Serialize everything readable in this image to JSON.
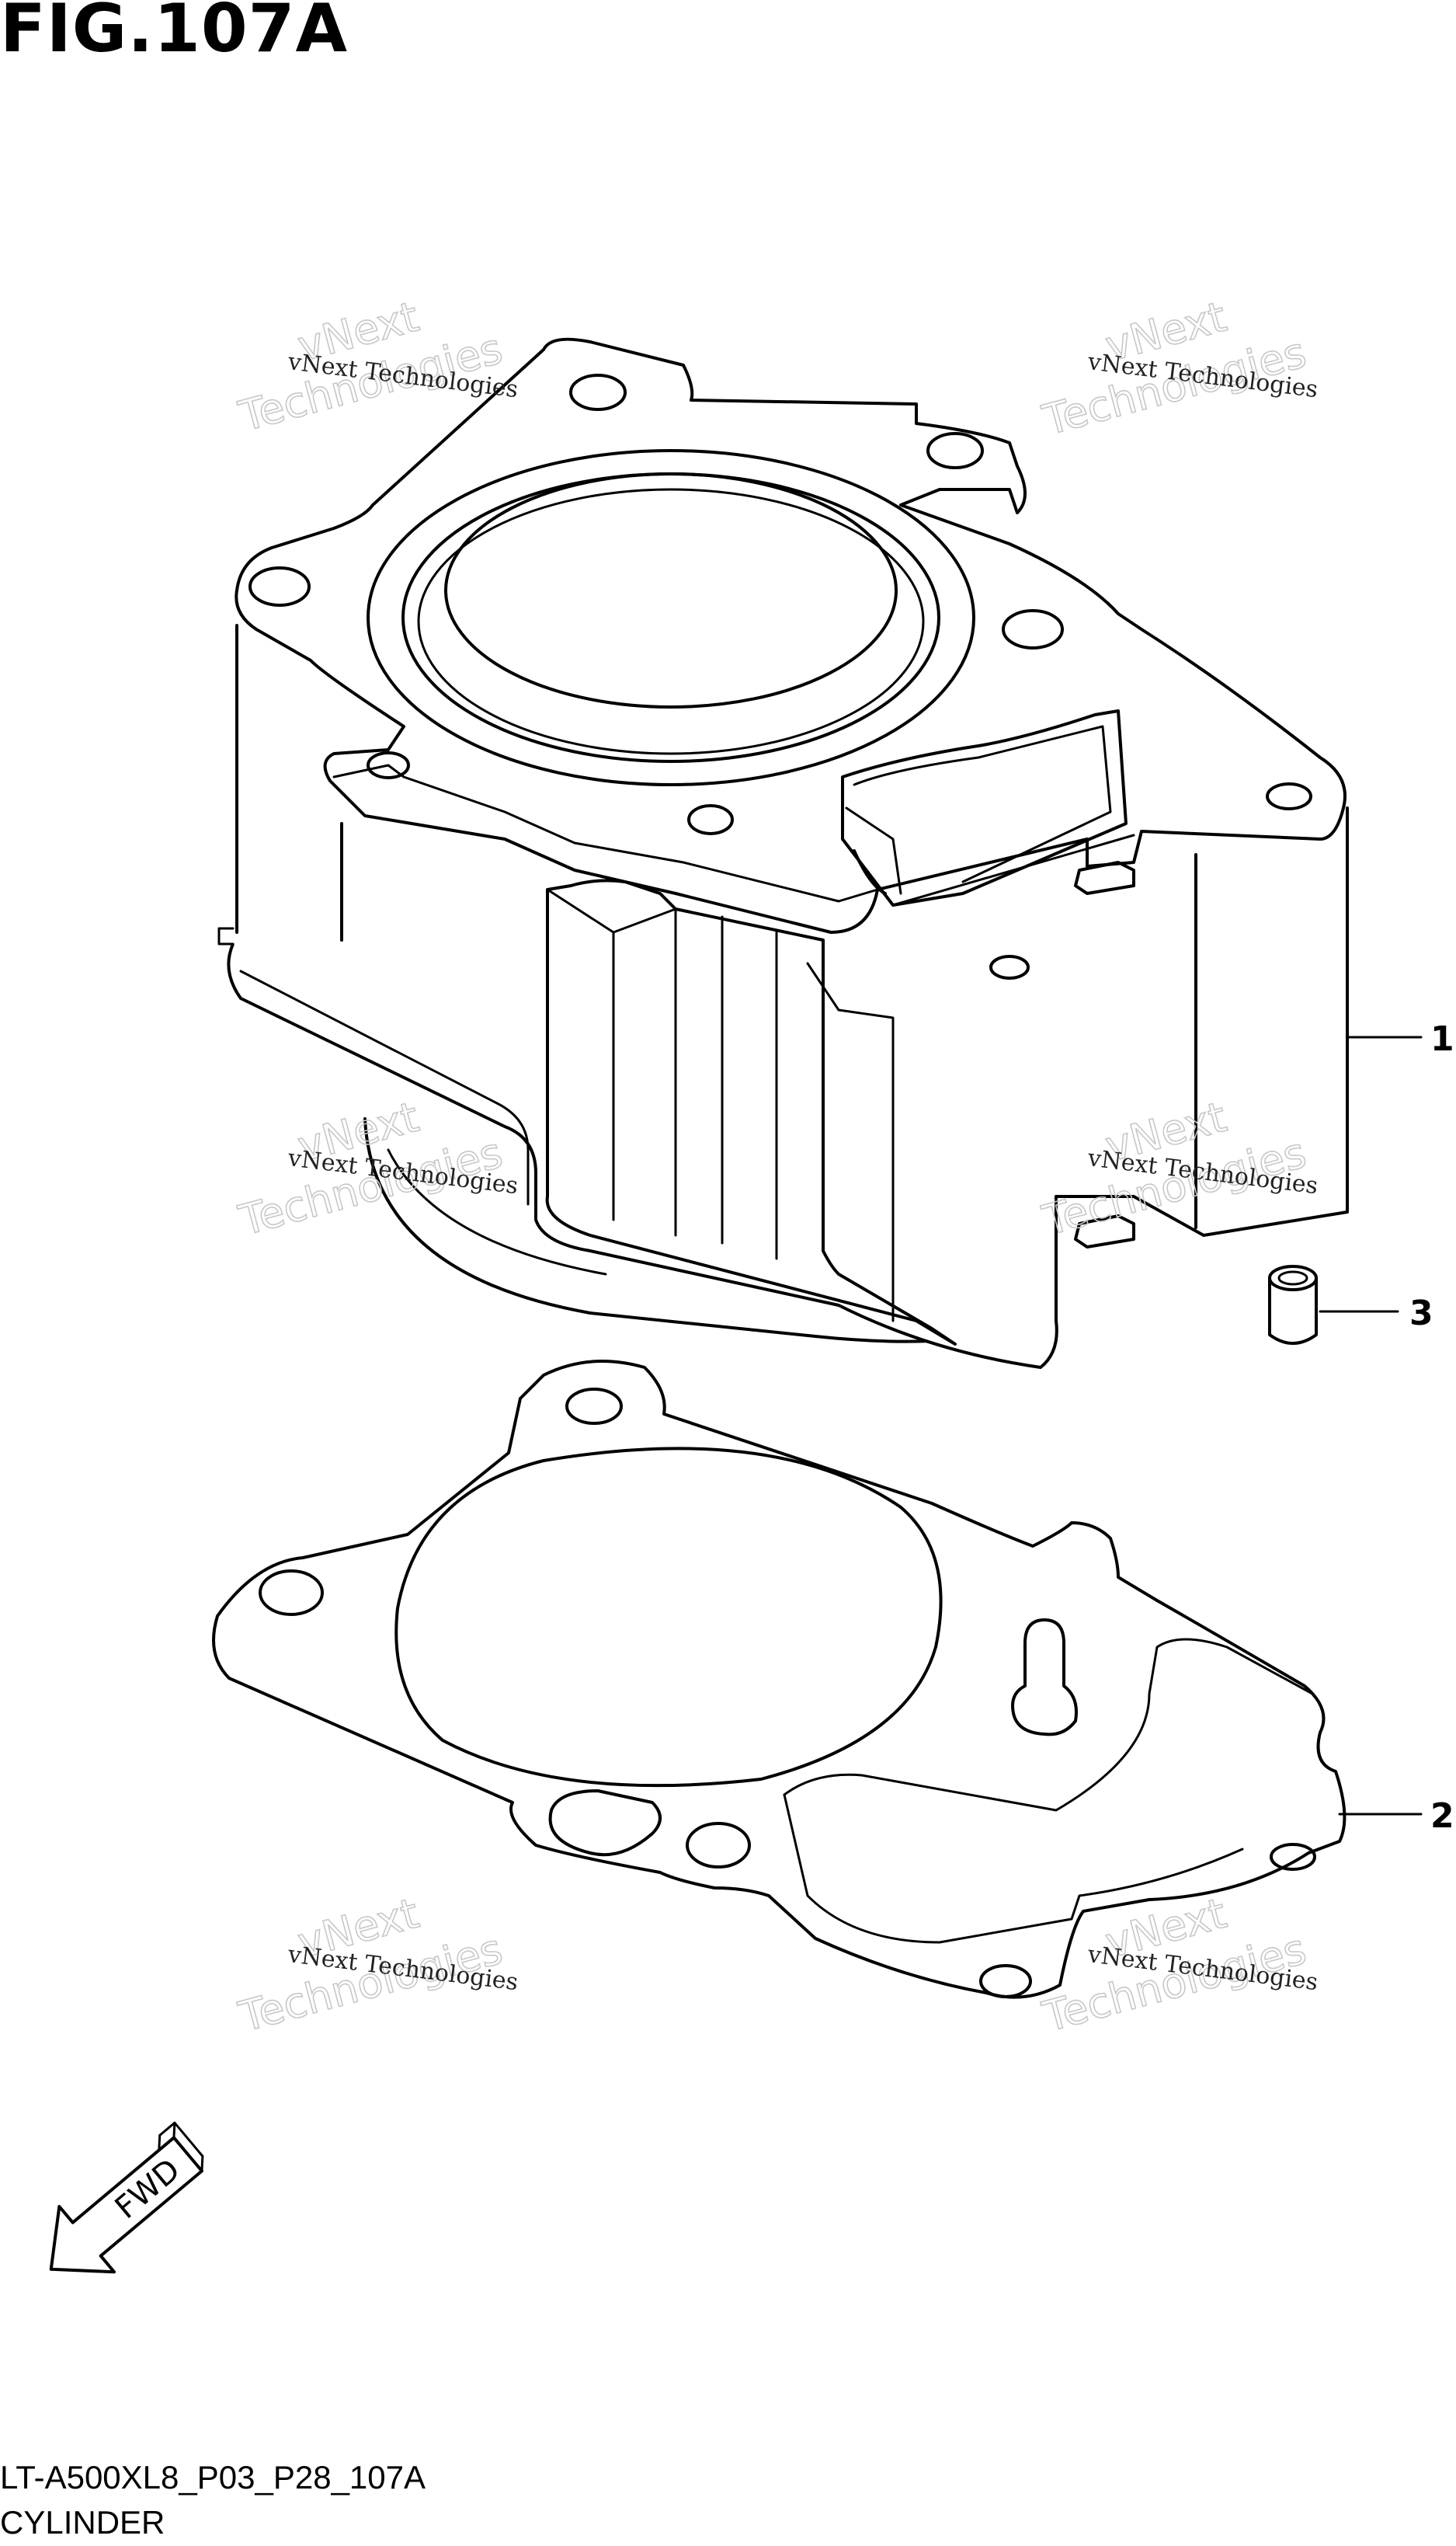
{
  "figure": {
    "title": "FIG.107A",
    "code": "LT-A500XL8_P03_P28_107A",
    "name": "CYLINDER"
  },
  "callouts": [
    {
      "id": "1",
      "part": "cylinder"
    },
    {
      "id": "3",
      "part": "dowel-pin"
    },
    {
      "id": "2",
      "part": "cylinder-gasket"
    }
  ],
  "watermark": {
    "line_small": "vNext Technologies",
    "line_big_1": "vNext",
    "line_big_2": "Technologies"
  },
  "fwd_label": "FWD"
}
